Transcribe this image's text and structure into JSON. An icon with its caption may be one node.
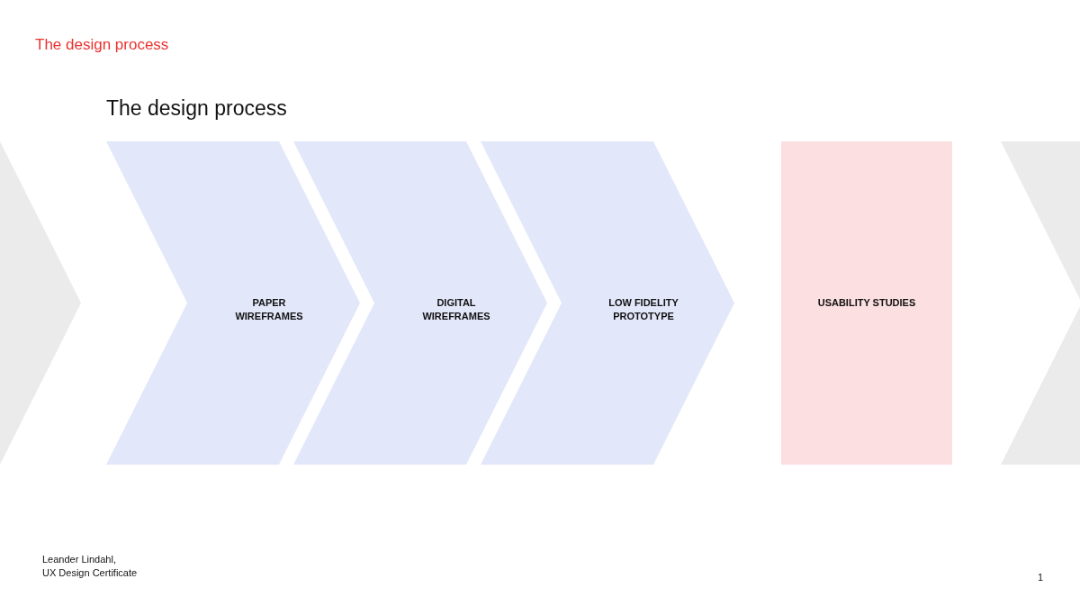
{
  "diagram": {
    "title": "The design process",
    "nodes": [
      {
        "text": [],
        "shape": "chevron"
      },
      {
        "text": [
          "PAPER WIREFRAMES"
        ]
      },
      {
        "text": [
          "DIGITAL WIREFRAMES"
        ]
      },
      {
        "text": [
          "LOW FIDELITY PROTOTYPE"
        ]
      },
      {
        "text": [
          "USABILITY STUDIES"
        ]
      },
      {
        "text": [],
        "shape": "chevron"
      }
    ],
    "labels": [
      "The design process",
      "Leander Lindahl,",
      "UX Design Certificate",
      "1"
    ]
  }
}
